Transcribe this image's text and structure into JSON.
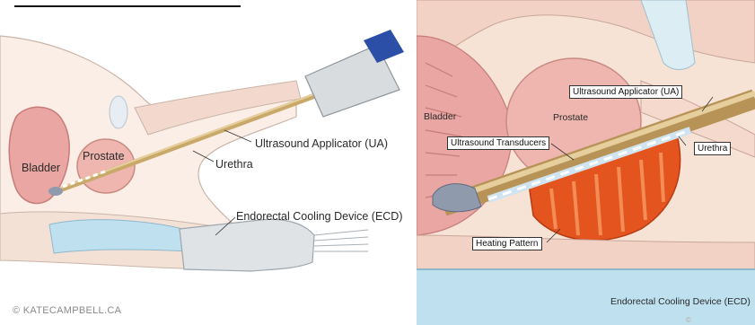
{
  "left": {
    "labels": {
      "bladder": "Bladder",
      "prostate": "Prostate",
      "ultrasound_applicator": "Ultrasound Applicator (UA)",
      "urethra": "Urethra",
      "endorectal_cooling_device": "Endorectal Cooling Device (ECD)"
    },
    "credit": "© KATECAMPBELL.CA"
  },
  "right": {
    "labels": {
      "bladder": "Bladder",
      "prostate": "Prostate",
      "ultrasound_applicator": "Ultrasound Applicator (UA)",
      "ultrasound_transducers": "Ultrasound Transducers",
      "urethra": "Urethra",
      "heating_pattern": "Heating Pattern",
      "endorectal_cooling_device": "Endorectal Cooling Device (ECD)"
    },
    "credit": "© KATECAMPBELL.CA"
  },
  "colors": {
    "tissue": "#f6e3d6",
    "bladder": "#e9a6a2",
    "prostate": "#eeb6ae",
    "applicator_shaft": "#c9a96a",
    "applicator_tip": "#8f9aad",
    "cooling_water": "#bfe0ef",
    "heating": "#e4541f",
    "device_body": "#d8dcdf",
    "device_cap": "#2b4fa6"
  }
}
